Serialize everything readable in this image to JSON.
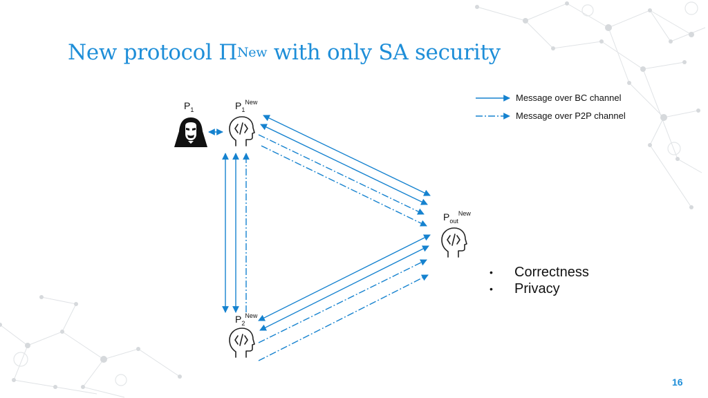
{
  "slide": {
    "title_main": "New protocol Π",
    "title_sup": "New",
    "title_rest": " with only SA security",
    "page_number": "16"
  },
  "parties": {
    "p1": {
      "base": "P",
      "sub": "1"
    },
    "p1_new": {
      "base": "P",
      "sub": "1",
      "sup": "New"
    },
    "pout_new": {
      "base": "P",
      "sub": "out",
      "sup": "New"
    },
    "p2_new": {
      "base": "P",
      "sub": "2",
      "sup": "New"
    }
  },
  "legend": {
    "bc": "Message over BC channel",
    "p2p": "Message over P2P channel"
  },
  "properties": {
    "bullet": "•",
    "items": [
      "Correctness",
      "Privacy"
    ]
  },
  "colors": {
    "accent": "#1e8ed8",
    "arrow": "#1582cf",
    "decor": "#d6d9dc"
  },
  "icons": [
    "hacker-icon",
    "head-code-icon"
  ]
}
